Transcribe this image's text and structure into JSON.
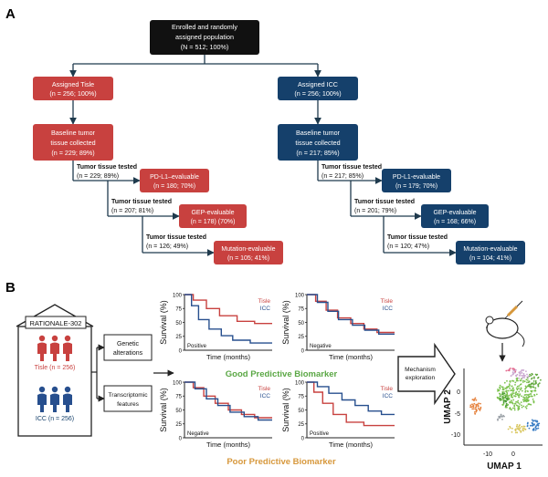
{
  "panel_a": {
    "label": "A",
    "root": {
      "lines": [
        "Enrolled and randomly",
        "assigned population",
        "(N = 512; 100%)"
      ]
    },
    "left": {
      "arm": [
        "Assigned Tisle",
        "(n = 256; 100%)"
      ],
      "baseline": [
        "Baseline tumor",
        "tissue collected",
        "(n = 229; 89%)"
      ],
      "tested1": [
        "Tumor tissue tested",
        "(n = 229; 89%)"
      ],
      "box1": [
        "PD-L1–evaluable",
        "(n = 180; 70%)"
      ],
      "tested2": [
        "Tumor tissue tested",
        "(n = 207; 81%)"
      ],
      "box2": [
        "GEP-evaluable",
        "(n = 178) (70%)"
      ],
      "tested3": [
        "Tumor tissue tested",
        "(n = 126; 49%)"
      ],
      "box3": [
        "Mutation-evaluable",
        "(n = 105; 41%)"
      ]
    },
    "right": {
      "arm": [
        "Assigned ICC",
        "(n = 256; 100%)"
      ],
      "baseline": [
        "Baseline tumor",
        "tissue collected",
        "(n = 217; 85%)"
      ],
      "tested1": [
        "Tumor tissue tested",
        "(n = 217; 85%)"
      ],
      "box1": [
        "PD-L1-evaluable",
        "(n = 179; 70%)"
      ],
      "tested2": [
        "Tumor tissue tested",
        "(n = 201; 79%)"
      ],
      "box2": [
        "GEP-evaluable",
        "(n = 168; 66%)"
      ],
      "tested3": [
        "Tumor tissue tested",
        "(n = 120; 47%)"
      ],
      "box3": [
        "Mutation-evaluable",
        "(n = 104; 41%)"
      ]
    }
  },
  "panel_b": {
    "label": "B",
    "trial": "RATIONALE-302",
    "tisle_label": "Tisle (n = 256)",
    "icc_label": "ICC (n = 256)",
    "branch1": [
      "Genetic",
      "alterations"
    ],
    "branch2": [
      "Transcriptomic",
      "features"
    ],
    "good_caption": "Good Predictive Biomarker",
    "poor_caption": "Poor Predictive Biomarker",
    "arrow_label": [
      "Mechanism",
      "exploration"
    ],
    "umap_xlabel": "UMAP 1",
    "umap_ylabel": "UMAP 2",
    "umap_xticks": [
      "-10",
      "0"
    ],
    "umap_yticks": [
      "0",
      "-5",
      "-10"
    ]
  },
  "km_plots": [
    {
      "id": "good-positive",
      "tag": "Positive",
      "legend": [
        "Tisle",
        "ICC"
      ],
      "ylabel": "Survival (%)",
      "xlabel": "Time (months)",
      "yticks": [
        "100",
        "75",
        "50",
        "25",
        "0"
      ]
    },
    {
      "id": "good-negative",
      "tag": "Negative",
      "legend": [
        "Tisle",
        "ICC"
      ],
      "ylabel": "Survival (%)",
      "xlabel": "Time (months)",
      "yticks": [
        "100",
        "75",
        "50",
        "25",
        "0"
      ]
    },
    {
      "id": "poor-negative",
      "tag": "Negative",
      "legend": [
        "Tisle",
        "ICC"
      ],
      "ylabel": "Survival (%)",
      "xlabel": "Time (months)",
      "yticks": [
        "100",
        "75",
        "50",
        "25",
        "0"
      ]
    },
    {
      "id": "poor-positive",
      "tag": "Positive",
      "legend": [
        "Tisle",
        "ICC"
      ],
      "ylabel": "Survival (%)",
      "xlabel": "Time (months)",
      "yticks": [
        "100",
        "75",
        "50",
        "25",
        "0"
      ]
    }
  ],
  "colors": {
    "root": "#111111",
    "tisle": "#c8413f",
    "icc": "#15406b",
    "icc_line": "#274f8e",
    "good": "#5aa744",
    "poor": "#d7983c",
    "connector": "#1f3a4d"
  }
}
